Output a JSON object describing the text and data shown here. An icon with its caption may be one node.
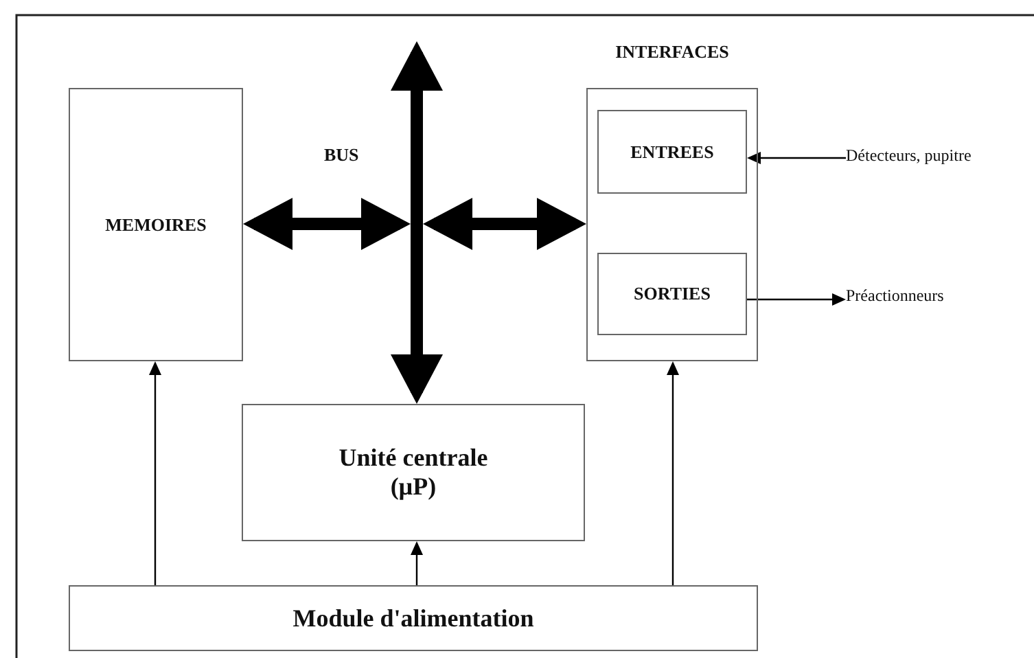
{
  "diagram": {
    "nodes": [
      {
        "text": [
          "MEMOIRES"
        ]
      },
      {
        "text": [
          "INTERFACES"
        ]
      },
      {
        "text": [
          "ENTREES"
        ],
        "in": 1
      },
      {
        "text": [
          "SORTIES"
        ],
        "in": 1
      },
      {
        "text": [],
        "shape": "bar"
      },
      {
        "text": [
          "Unité centrale (µP)"
        ]
      },
      {
        "text": [
          "Module d'alimentation"
        ]
      },
      {
        "text": [
          "Détecteurs, pupitre"
        ]
      },
      {
        "text": [
          "Préactionneurs"
        ]
      }
    ],
    "edges": [
      {
        "from": 0,
        "to": 4,
        "arrow": "both",
        "style": "thick"
      },
      {
        "from": 4,
        "to": 1,
        "arrow": "both",
        "style": "thick"
      },
      {
        "from": 4,
        "to": null,
        "arrow": "to",
        "style": "thick"
      },
      {
        "from": 4,
        "to": 5,
        "arrow": "to",
        "style": "thick"
      },
      {
        "from": 6,
        "to": 0,
        "arrow": "to"
      },
      {
        "from": 6,
        "to": 5,
        "arrow": "to"
      },
      {
        "from": 6,
        "to": 1,
        "arrow": "to"
      },
      {
        "from": 7,
        "to": 2,
        "arrow": "to"
      },
      {
        "from": 3,
        "to": 8,
        "arrow": "to"
      }
    ],
    "labels": [
      "BUS"
    ]
  }
}
